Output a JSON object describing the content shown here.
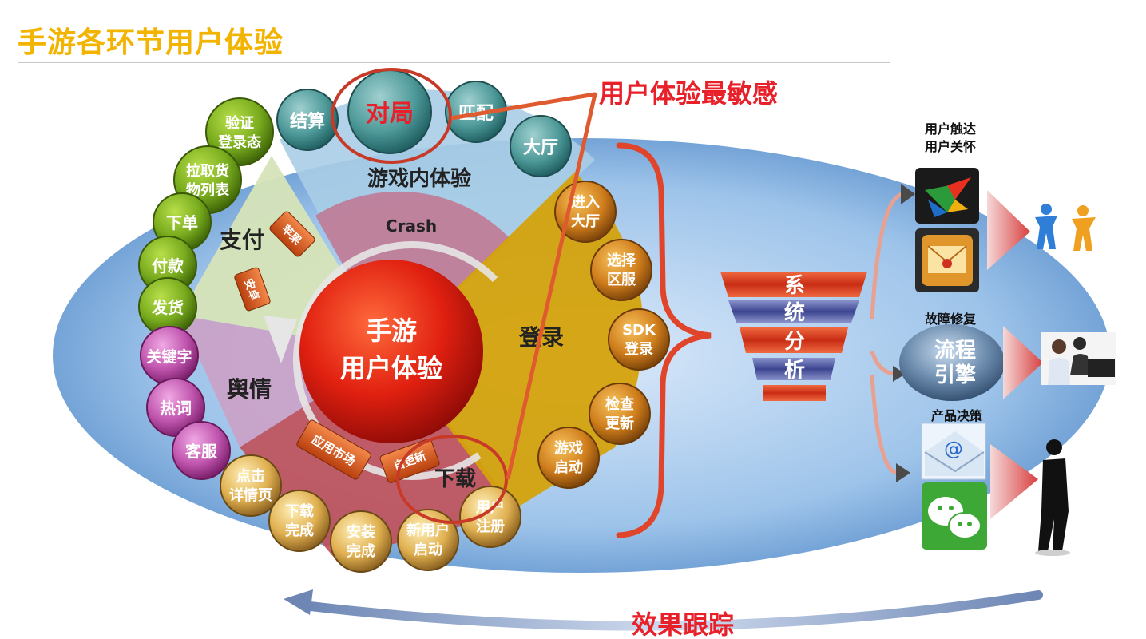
{
  "title": "手游各环节用户体验",
  "center": {
    "line1": "手游",
    "line2": "用户体验"
  },
  "segments": {
    "game": "游戏内体验",
    "crash": "Crash",
    "payment": "支付",
    "login": "登录",
    "opinion": "舆情",
    "download": "下载"
  },
  "callouts": {
    "sensitive": "用户体验最敏感",
    "tracking": "效果跟踪"
  },
  "game_bubbles": [
    {
      "text": "结算"
    },
    {
      "text": "对局"
    },
    {
      "text": "匹配"
    },
    {
      "text": "大厅"
    }
  ],
  "payment_bubbles": [
    {
      "lines": [
        "验证",
        "登录态"
      ]
    },
    {
      "lines": [
        "拉取货",
        "物列表"
      ]
    },
    {
      "lines": [
        "下单"
      ]
    },
    {
      "lines": [
        "付款"
      ]
    },
    {
      "lines": [
        "发货"
      ]
    }
  ],
  "opinion_bubbles": [
    {
      "text": "关键字"
    },
    {
      "text": "热词"
    },
    {
      "text": "客服"
    }
  ],
  "download_bubbles": [
    {
      "lines": [
        "点击",
        "详情页"
      ]
    },
    {
      "lines": [
        "下载",
        "完成"
      ]
    },
    {
      "lines": [
        "安装",
        "完成"
      ]
    },
    {
      "lines": [
        "新用户",
        "启动"
      ]
    },
    {
      "lines": [
        "用户",
        "注册"
      ]
    }
  ],
  "login_bubbles": [
    {
      "lines": [
        "进入",
        "大厅"
      ]
    },
    {
      "lines": [
        "选择",
        "区服"
      ]
    },
    {
      "lines": [
        "SDK",
        "登录"
      ]
    },
    {
      "lines": [
        "检查",
        "更新"
      ]
    },
    {
      "lines": [
        "游戏",
        "启动"
      ]
    }
  ],
  "tags": {
    "apple": "苹果",
    "android": "安卓",
    "app_market": "应用市场",
    "self_update": "自更新"
  },
  "funnel": [
    "系",
    "统",
    "分",
    "析"
  ],
  "right": {
    "reach_line1": "用户触达",
    "reach_line2": "用户关怀",
    "repair": "故障修复",
    "engine_line1": "流程",
    "engine_line2": "引擎",
    "decision": "产品决策"
  },
  "colors": {
    "title": "#f2b400",
    "callout_red": "#e8202a",
    "game_teal": "#3f8a8c",
    "payment_green": "#6a9a16",
    "opinion_purple": "#b0429e",
    "login_orange": "#c8781c",
    "download_tan": "#d8a848"
  }
}
